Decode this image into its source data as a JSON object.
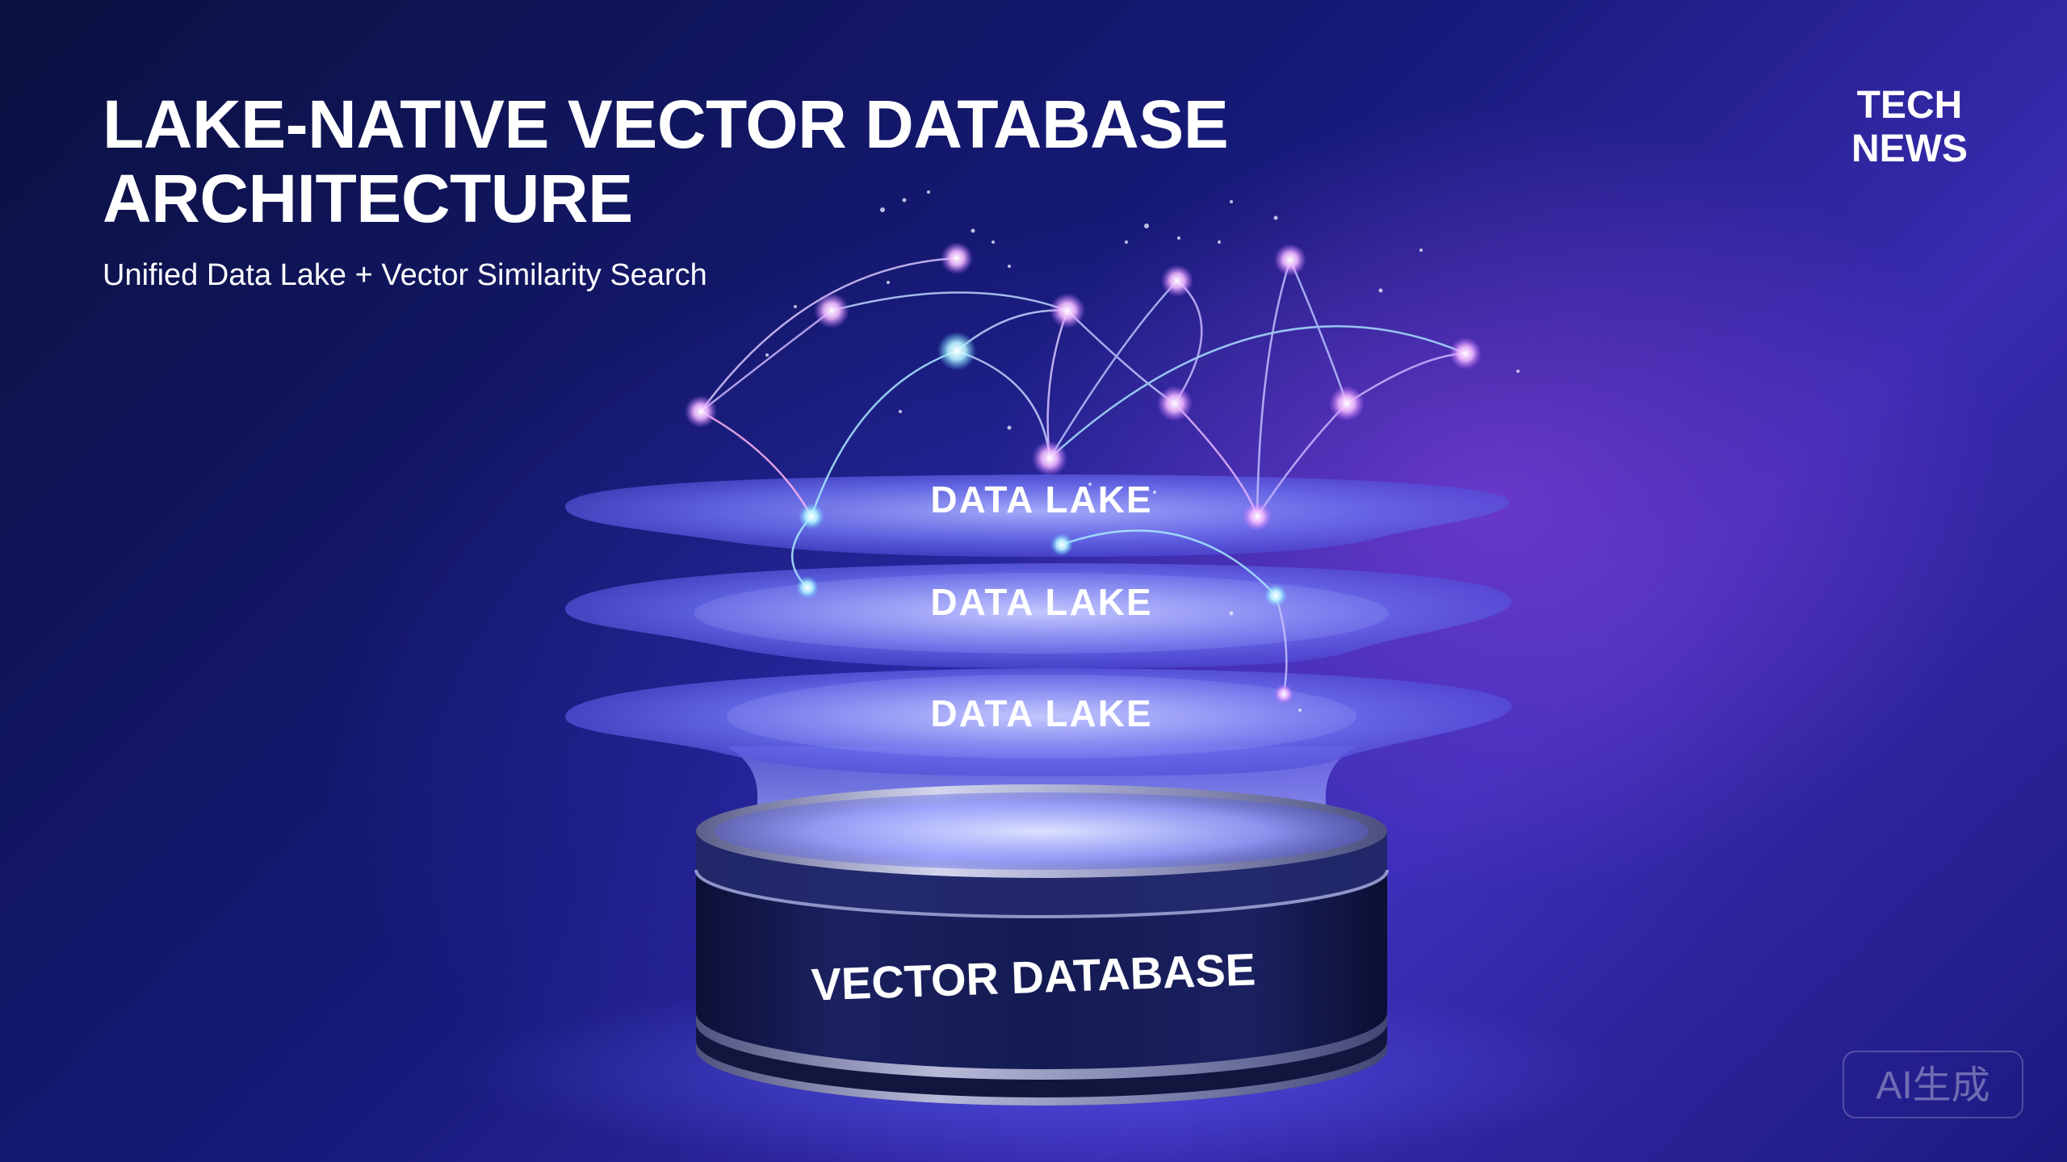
{
  "header": {
    "title": "LAKE-NATIVE VECTOR DATABASE\nARCHITECTURE",
    "subtitle": "Unified Data Lake + Vector Similarity Search"
  },
  "brand": {
    "label": "TECH\nNEWS"
  },
  "layers": [
    {
      "label": "DATA LAKE"
    },
    {
      "label": "DATA LAKE"
    },
    {
      "label": "DATA LAKE"
    }
  ],
  "base": {
    "label": "VECTOR DATABASE"
  },
  "badge": {
    "label": "AI生成"
  },
  "colors": {
    "background_dark": "#0b1140",
    "background_mid": "#1b1f8a",
    "glow_purple": "#9b4fe0",
    "layer_fill": "#6c74f0",
    "node_pink": "#e890ff",
    "node_cyan": "#9ff3ff",
    "pedestal": "#14184a"
  }
}
